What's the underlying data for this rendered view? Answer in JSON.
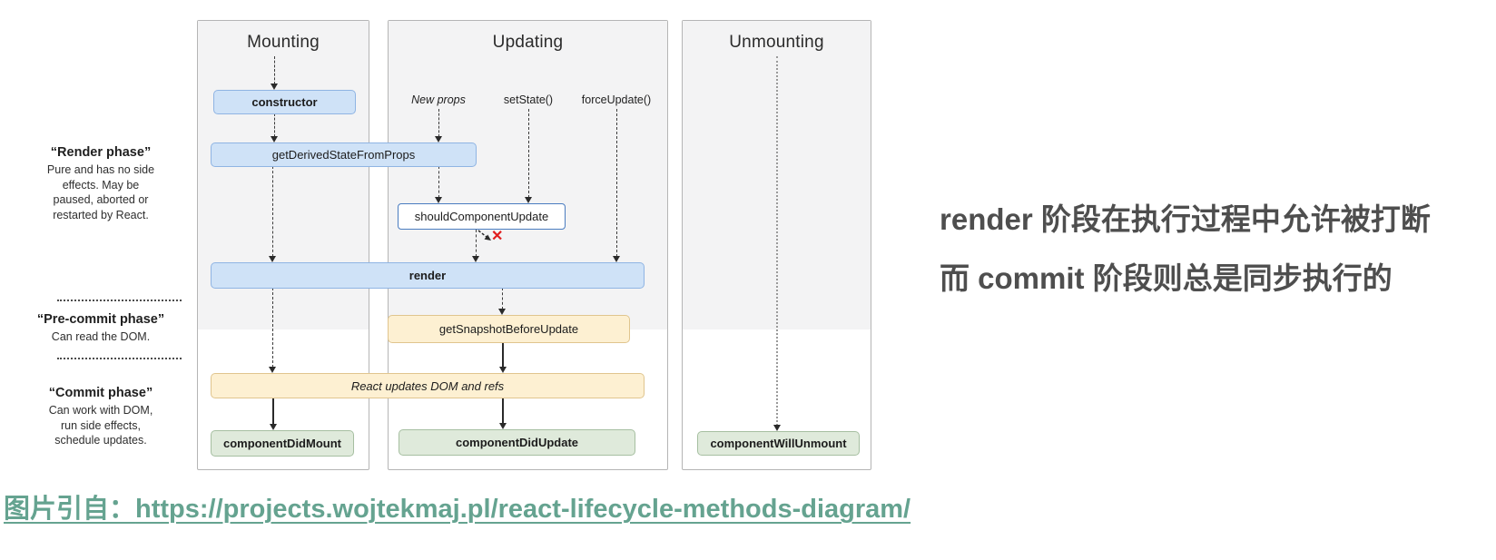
{
  "diagram": {
    "columns": {
      "mounting": "Mounting",
      "updating": "Updating",
      "unmounting": "Unmounting"
    },
    "phases": [
      {
        "title": "“Render phase”",
        "lines": [
          "Pure and has no side",
          "effects. May be",
          "paused, aborted or",
          "restarted by React."
        ]
      },
      {
        "title": "“Pre-commit phase”",
        "lines": [
          "Can read the DOM."
        ]
      },
      {
        "title": "“Commit phase”",
        "lines": [
          "Can work with DOM,",
          "run side effects,",
          "schedule updates."
        ]
      }
    ],
    "triggers": {
      "new_props": "New props",
      "set_state": "setState()",
      "force_update": "forceUpdate()"
    },
    "nodes": {
      "constructor": "constructor",
      "get_derived_state_from_props": "getDerivedStateFromProps",
      "should_component_update": "shouldComponentUpdate",
      "render": "render",
      "get_snapshot_before_update": "getSnapshotBeforeUpdate",
      "react_updates_dom": "React updates DOM and refs",
      "component_did_mount": "componentDidMount",
      "component_did_update": "componentDidUpdate",
      "component_will_unmount": "componentWillUnmount"
    },
    "abort_marker": "✕"
  },
  "annotation": {
    "line1": "render 阶段在执行过程中允许被打断",
    "line2": "而 commit 阶段则总是同步执行的"
  },
  "caption": {
    "prefix": "图片引自：",
    "url": "https://projects.wojtekmaj.pl/react-lifecycle-methods-diagram/"
  },
  "colors": {
    "box_blue_fill": "#cfe2f7",
    "box_blue_border": "#8fb4e3",
    "box_outline_border": "#4a7cc0",
    "box_tan_fill": "#fdf0d2",
    "box_tan_border": "#e0c58e",
    "box_green_fill": "#dfeadb",
    "box_green_border": "#a6bfa1",
    "phase_band_gray": "#f3f3f4",
    "annotation_text": "#4e4e4e",
    "caption_teal": "#65a390",
    "abort_red": "#e11d1d"
  }
}
